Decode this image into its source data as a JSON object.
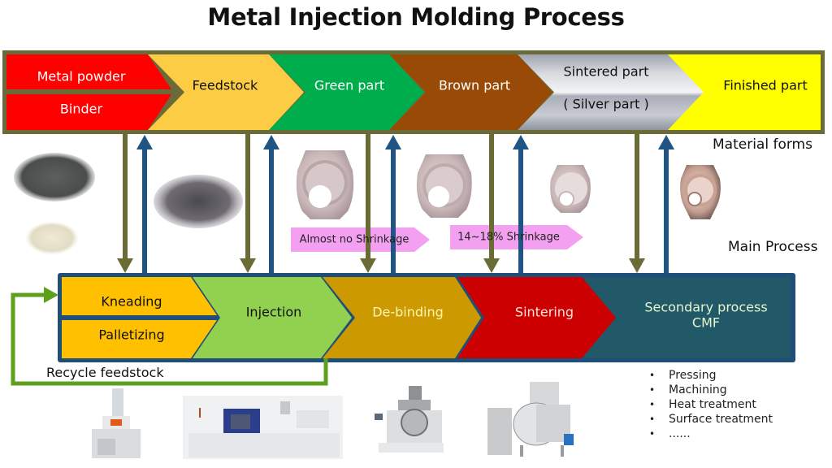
{
  "title": "Metal Injection Molding Process",
  "material_forms": {
    "label": "Material forms",
    "stages": [
      {
        "top": "Metal powder",
        "bottom": "Binder",
        "color": "#ff0000",
        "text_color": "#ffffff"
      },
      {
        "label": "Feedstock",
        "color": "#fccc44",
        "text_color": "#111111"
      },
      {
        "label": "Green part",
        "color": "#00ad4c",
        "text_color": "#ffffff"
      },
      {
        "label": "Brown part",
        "color": "#994a06",
        "text_color": "#ffffff"
      },
      {
        "top": "Sintered part",
        "bottom": "( Silver part )",
        "color": "#c8cbd2",
        "text_color": "#111111"
      },
      {
        "label": "Finished part",
        "color": "#ffff00",
        "text_color": "#111111"
      }
    ],
    "border_color": "#6b6b3a"
  },
  "main_process": {
    "label": "Main Process",
    "stages": [
      {
        "top": "Kneading",
        "bottom": "Palletizing",
        "color": "#ffc000",
        "text_color": "#111111"
      },
      {
        "label": "Injection",
        "color": "#92d050",
        "text_color": "#111111"
      },
      {
        "label": "De-binding",
        "color": "#cc9900",
        "text_color": "#fff5b0"
      },
      {
        "label": "Sintering",
        "color": "#cc0000",
        "text_color": "#ffe0d0"
      },
      {
        "top": "Secondary  process",
        "bottom": "CMF",
        "color": "#215968",
        "text_color": "#e8f5d0"
      }
    ],
    "border_color": "#1f4e79"
  },
  "shrinkage_notes": [
    {
      "label": "Almost no Shrinkage",
      "color": "#f4a0f0"
    },
    {
      "label": "14~18% Shrinkage",
      "color": "#f4a0f0"
    }
  ],
  "recycle": {
    "label": "Recycle feedstock",
    "color": "#5ea01c"
  },
  "secondary_process_items": [
    "Pressing",
    "Machining",
    "Heat treatment",
    "Surface treatment",
    "......"
  ],
  "arrow_colors": {
    "down": "#6b6b35",
    "up": "#1f5585"
  },
  "images": {
    "material": [
      "metal-powder",
      "binder-powder",
      "feedstock-pellets",
      "green-part",
      "brown-part",
      "sintered-part",
      "finished-part"
    ],
    "machines": [
      "kneader-machine",
      "injection-molding-machine",
      "debinding-furnace",
      "sintering-furnace"
    ]
  }
}
